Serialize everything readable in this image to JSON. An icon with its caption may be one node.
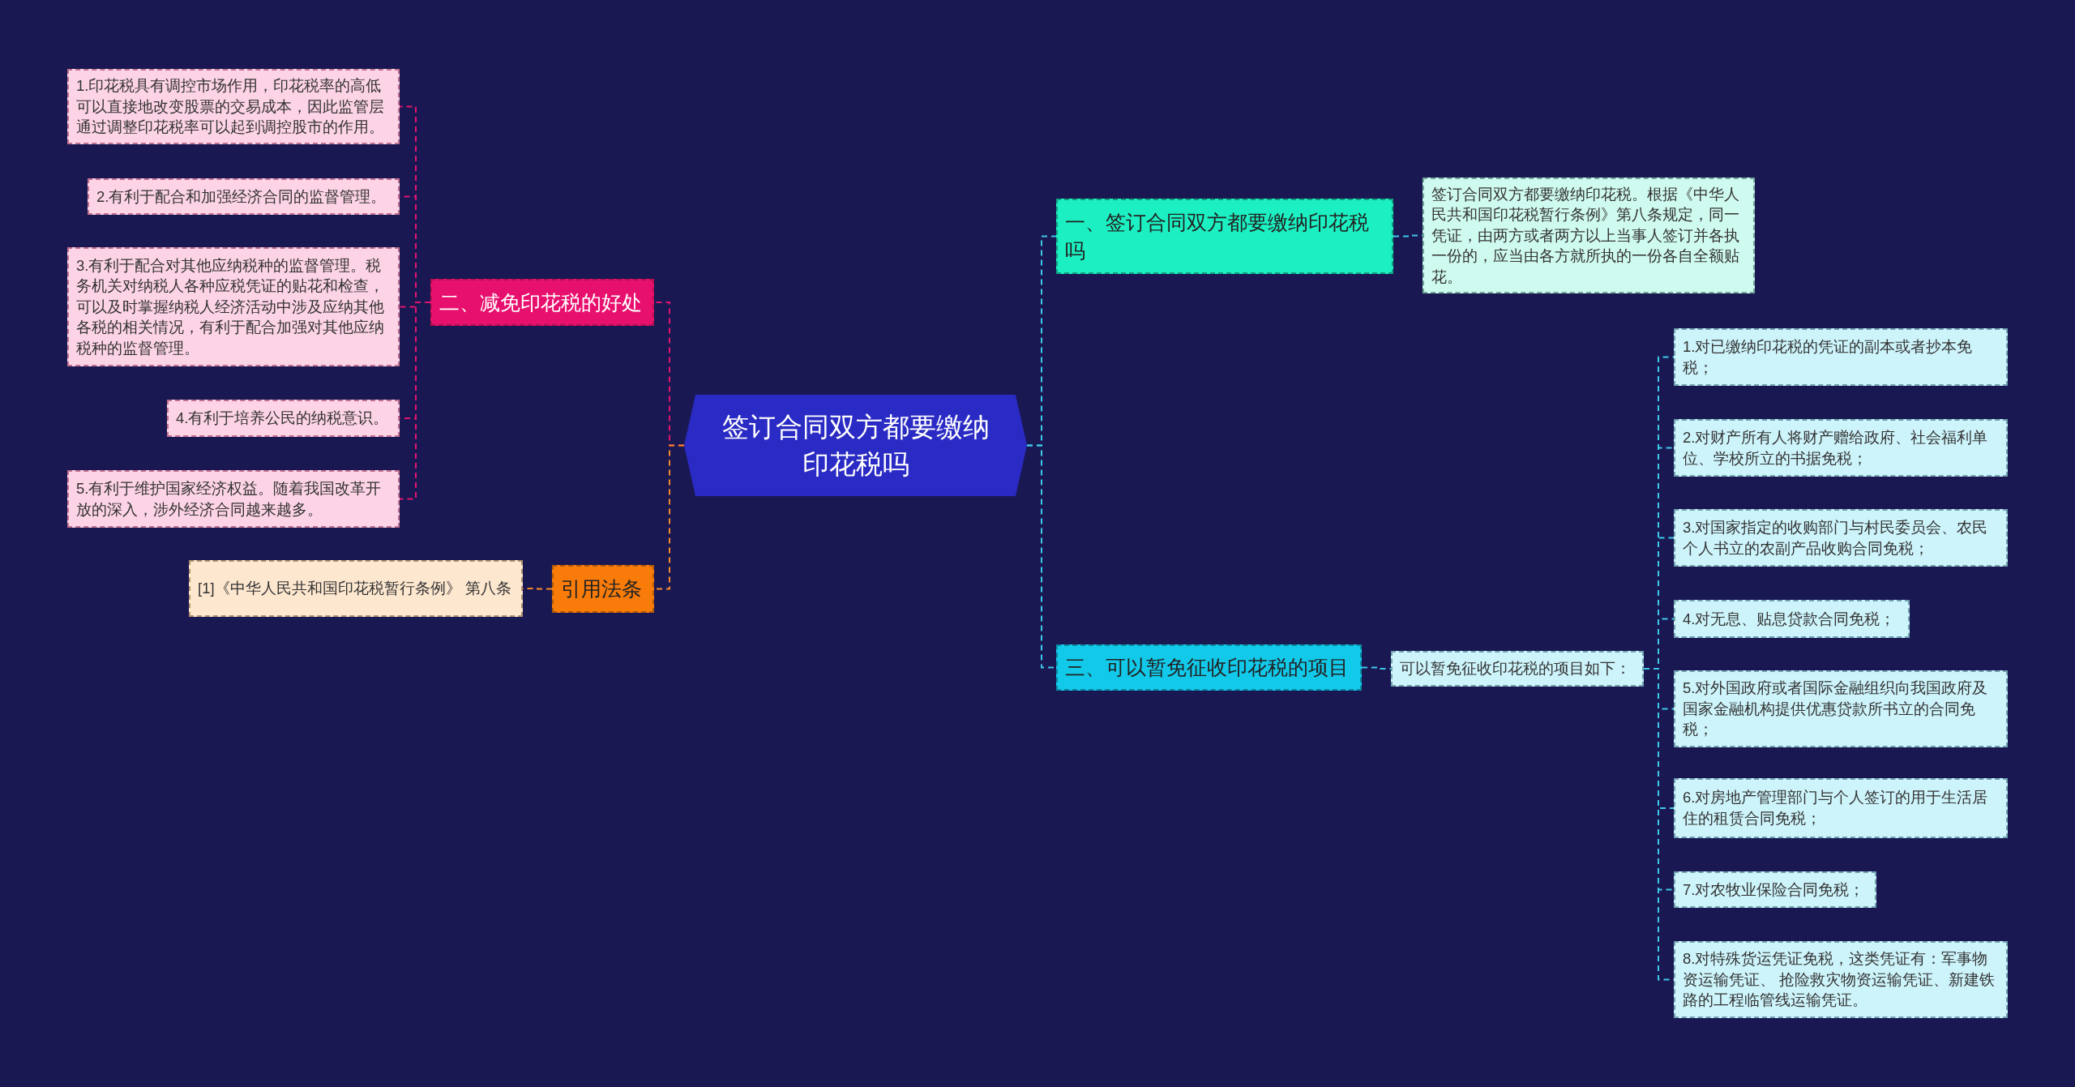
{
  "diagram": {
    "nodes": [
      {
        "text": [
          "签订合同双方都要缴纳印花税吗"
        ]
      },
      {
        "text": [
          "二、减免印花税的好处"
        ]
      },
      {
        "text": [
          "1.印花税具有调控市场作用，印花税率的高低可以直接地改变股票的交易成本，因此监管层通过调整印花税率可以起到调控股市的作用。"
        ]
      },
      {
        "text": [
          "2.有利于配合和加强经济合同的监督管理。"
        ]
      },
      {
        "text": [
          "3.有利于配合对其他应纳税种的监督管理。税务机关对纳税人各种应税凭证的贴花和检查，可以及时掌握纳税人经济活动中涉及应纳其他各税的相关情况，有利于配合加强对其他应纳税种的监督管理。"
        ]
      },
      {
        "text": [
          "4.有利于培养公民的纳税意识。"
        ]
      },
      {
        "text": [
          "5.有利于维护国家经济权益。随着我国改革开放的深入，涉外经济合同越来越多。"
        ]
      },
      {
        "text": [
          "引用法条"
        ]
      },
      {
        "text": [
          "[1]《中华人民共和国印花税暂行条例》 第八条"
        ]
      },
      {
        "text": [
          "一、签订合同双方都要缴纳印花税吗"
        ]
      },
      {
        "text": [
          "签订合同双方都要缴纳印花税。根据《中华人民共和国印花税暂行条例》第八条规定，同一凭证，由两方或者两方以上当事人签订并各执一份的，应当由各方就所执的一份各自全额贴花。"
        ]
      },
      {
        "text": [
          "三、可以暂免征收印花税的项目"
        ]
      },
      {
        "text": [
          "可以暂免征收印花税的项目如下："
        ]
      },
      {
        "text": [
          "1.对已缴纳印花税的凭证的副本或者抄本免税；"
        ]
      },
      {
        "text": [
          "2.对财产所有人将财产赠给政府、社会福利单位、学校所立的书据免税；"
        ]
      },
      {
        "text": [
          "3.对国家指定的收购部门与村民委员会、农民个人书立的农副产品收购合同免税；"
        ]
      },
      {
        "text": [
          "4.对无息、贴息贷款合同免税；"
        ]
      },
      {
        "text": [
          "5.对外国政府或者国际金融组织向我国政府及国家金融机构提供优惠贷款所书立的合同免税；"
        ]
      },
      {
        "text": [
          "6.对房地产管理部门与个人签订的用于生活居住的租赁合同免税；"
        ]
      },
      {
        "text": [
          "7.对农牧业保险合同免税；"
        ]
      },
      {
        "text": [
          "8.对特殊货运凭证免税，这类凭证有：军事物资运输凭证、 抢险救灾物资运输凭证、新建铁路的工程临管线运输凭证。"
        ]
      }
    ],
    "edges": [
      {
        "from": 0,
        "to": 1,
        "arrow": "none",
        "color": "#e0146e"
      },
      {
        "from": 1,
        "to": 2,
        "arrow": "none",
        "color": "#e0146e"
      },
      {
        "from": 1,
        "to": 3,
        "arrow": "none",
        "color": "#e0146e"
      },
      {
        "from": 1,
        "to": 4,
        "arrow": "none",
        "color": "#e0146e"
      },
      {
        "from": 1,
        "to": 5,
        "arrow": "none",
        "color": "#e0146e"
      },
      {
        "from": 1,
        "to": 6,
        "arrow": "none",
        "color": "#e0146e"
      },
      {
        "from": 0,
        "to": 7,
        "arrow": "none",
        "color": "#f4892a"
      },
      {
        "from": 7,
        "to": 8,
        "arrow": "none",
        "color": "#f4892a"
      },
      {
        "from": 0,
        "to": 9,
        "arrow": "none"
      },
      {
        "from": 9,
        "to": 10,
        "arrow": "none"
      },
      {
        "from": 0,
        "to": 11,
        "arrow": "none"
      },
      {
        "from": 11,
        "to": 12,
        "arrow": "none"
      },
      {
        "from": 12,
        "to": 13,
        "arrow": "none"
      },
      {
        "from": 12,
        "to": 14,
        "arrow": "none"
      },
      {
        "from": 12,
        "to": 15,
        "arrow": "none"
      },
      {
        "from": 12,
        "to": 16,
        "arrow": "none"
      },
      {
        "from": 12,
        "to": 17,
        "arrow": "none"
      },
      {
        "from": 12,
        "to": 18,
        "arrow": "none"
      },
      {
        "from": 12,
        "to": 19,
        "arrow": "none"
      },
      {
        "from": 12,
        "to": 20,
        "arrow": "none"
      }
    ]
  }
}
